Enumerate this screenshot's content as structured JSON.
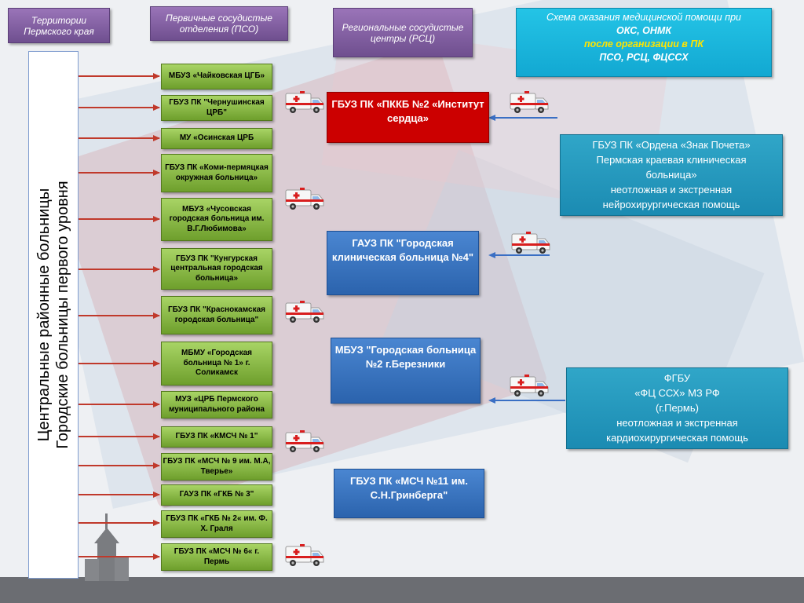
{
  "headers": {
    "territories": "Территории Пермского края",
    "pso": "Первичные сосудистые отделения (ПСО)",
    "rsc": "Региональные сосудистые центры (РСЦ)"
  },
  "scheme": {
    "line1": "Схема оказания медицинской помощи при",
    "line2": "ОКС, ОНМК",
    "line3": "после организации в ПК",
    "line4": "ПСО, РСЦ, ФЦССХ"
  },
  "left_bar": {
    "line1": "Центральные районные больницы",
    "line2": "Городские больницы первого уровня"
  },
  "pso_list": [
    "МБУЗ «Чайковская ЦГБ»",
    "ГБУЗ ПК \"Чернушинская ЦРБ\"",
    "МУ «Осинская ЦРБ",
    "ГБУЗ ПК «Коми-пермяцкая окружная больница»",
    "МБУЗ «Чусовская городская больница им. В.Г.Любимова»",
    "ГБУЗ ПК \"Кунгурская центральная городская больница»",
    "ГБУЗ ПК \"Краснокамская городская больница\"",
    "МБМУ «Городская больница № 1» г. Соликамск",
    "МУЗ «ЦРБ Пермского муниципального района",
    "ГБУЗ ПК «КМСЧ № 1\"",
    "ГБУЗ ПК «МСЧ № 9 им. М.А, Тверье»",
    "ГАУЗ ПК «ГКБ № 3\"",
    "ГБУЗ ПК «ГКБ № 2« им. Ф. Х. Граля",
    "ГБУЗ ПК «МСЧ № 6« г. Пермь"
  ],
  "rsc_list": [
    "ГБУЗ ПК «ПККБ №2 «Институт сердца»",
    "ГАУЗ ПК \"Городская клиническая больница №4\"",
    "МБУЗ \"Городская больница №2 г.Березники",
    "ГБУЗ ПК «МСЧ №11 им. С.Н.Гринберга\""
  ],
  "federal": {
    "neuro": {
      "l1": "ГБУЗ ПК «Ордена «Знак Почета»",
      "l2": "Пермская краевая клиническая",
      "l3": "больница»",
      "l4": "неотложная и экстренная",
      "l5": "нейрохирургическая помощь"
    },
    "cardio": {
      "l1": "ФГБУ",
      "l2": "«ФЦ ССХ» МЗ РФ",
      "l3": "(г.Пермь)",
      "l4": "неотложная и экстренная",
      "l5": "кардиохирургическая помощь"
    }
  },
  "icons": {
    "vehicle": "ambulance-icon",
    "landmark": "tower-icon"
  },
  "colors": {
    "arrow_red": "#c0392b",
    "arrow_blue": "#3a6fc4",
    "rsc_red": "#cc0000",
    "rsc_blue": "#2b63ad",
    "pso_green": "#8cbf45"
  }
}
